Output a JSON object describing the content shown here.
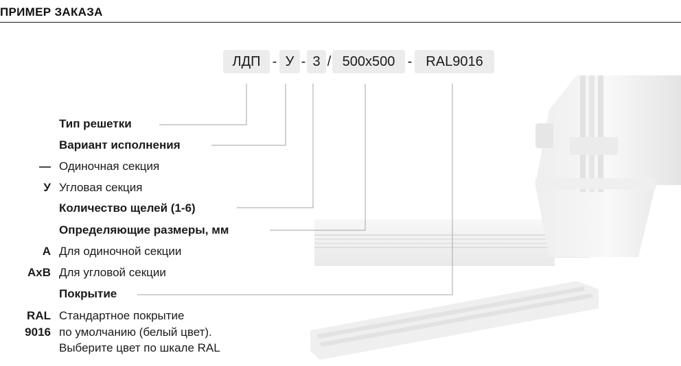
{
  "header": {
    "title": "ПРИМЕР ЗАКАЗА"
  },
  "code": {
    "parts": [
      "ЛДП",
      "У",
      "3",
      "500x500",
      "RAL9016"
    ],
    "separators": [
      "-",
      "-",
      "/",
      "-"
    ]
  },
  "legend": {
    "grille_type": "Тип решетки",
    "variant": "Вариант исполнения",
    "variant_options": [
      {
        "key": "—",
        "label": "Одиночная секция"
      },
      {
        "key": "У",
        "label": "Угловая секция"
      }
    ],
    "slots": "Количество щелей (1-6)",
    "dimensions": "Определяющие размеры, мм",
    "dimension_options": [
      {
        "key": "A",
        "label": "Для одиночной секции"
      },
      {
        "key": "AxB",
        "label": "Для угловой секции"
      }
    ],
    "coating": "Покрытие",
    "coating_option": {
      "key_line1": "RAL",
      "key_line2": "9016",
      "lines": [
        "Стандартное покрытие",
        "по умолчанию (белый цвет).",
        "Выберите цвет по шкале RAL"
      ]
    }
  },
  "colors": {
    "text": "#1a1a1a",
    "code_bg": "#ececec",
    "leader": "#b3b3b3"
  }
}
